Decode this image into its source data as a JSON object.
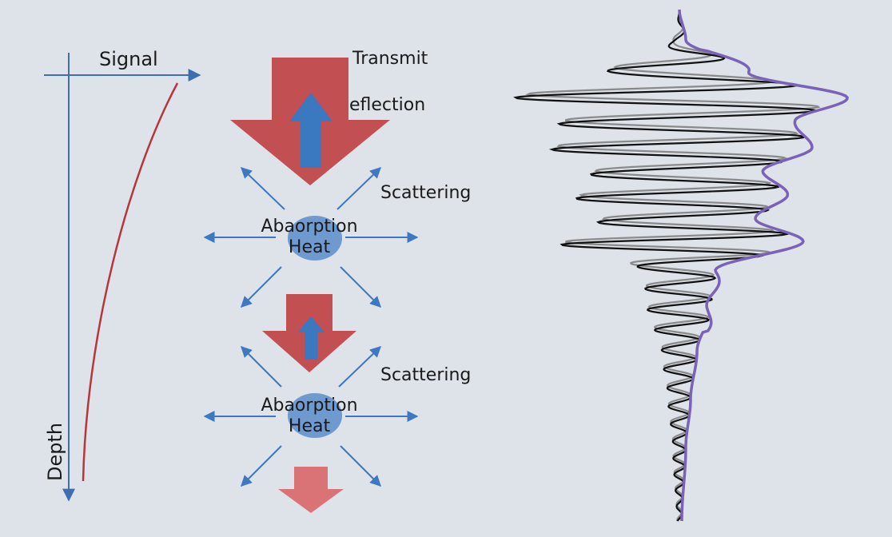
{
  "colors": {
    "background": "#dde3e9",
    "axis": "#3d6fb0",
    "decay_curve": "#b5373c",
    "down_arrow": "#c24f52",
    "down_arrow_faded": "#d97375",
    "up_arrow": "#3a78c0",
    "blob": "#6f9ad0",
    "scatter_arrow": "#3d78c2",
    "wave_primary": "#111111",
    "wave_secondary": "#8a8a8a",
    "envelope": "#7b62b8"
  },
  "axis": {
    "x_label": "Signal",
    "y_label": "Depth"
  },
  "labels": {
    "transmit": "Transmit",
    "reflection": "eflection",
    "scattering_1": "Scattering",
    "scattering_2": "Scattering",
    "absorption_1": "Abaorption",
    "heat_1": "Heat",
    "absorption_2": "Abaorption",
    "heat_2": "Heat"
  }
}
